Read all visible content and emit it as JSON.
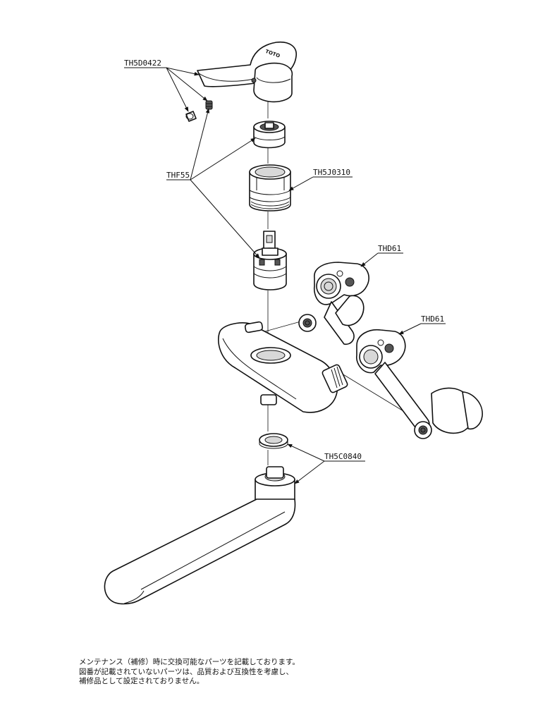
{
  "part_labels": {
    "handle_screw": "TH5D0422",
    "seal_set": "THF55",
    "cartridge_nut": "TH5J0310",
    "elbow_upper": "THD61",
    "elbow_lower": "THD61",
    "spout_gasket": "TH5C0840"
  },
  "brand_mark": "TOTO",
  "note": {
    "line1": "メンテナンス（補修）時に交換可能なパーツを記載しております。",
    "line2": "図番が記載されていないパーツは、品質および互換性を考慮し、",
    "line3": "補修品として設定されておりません。"
  }
}
